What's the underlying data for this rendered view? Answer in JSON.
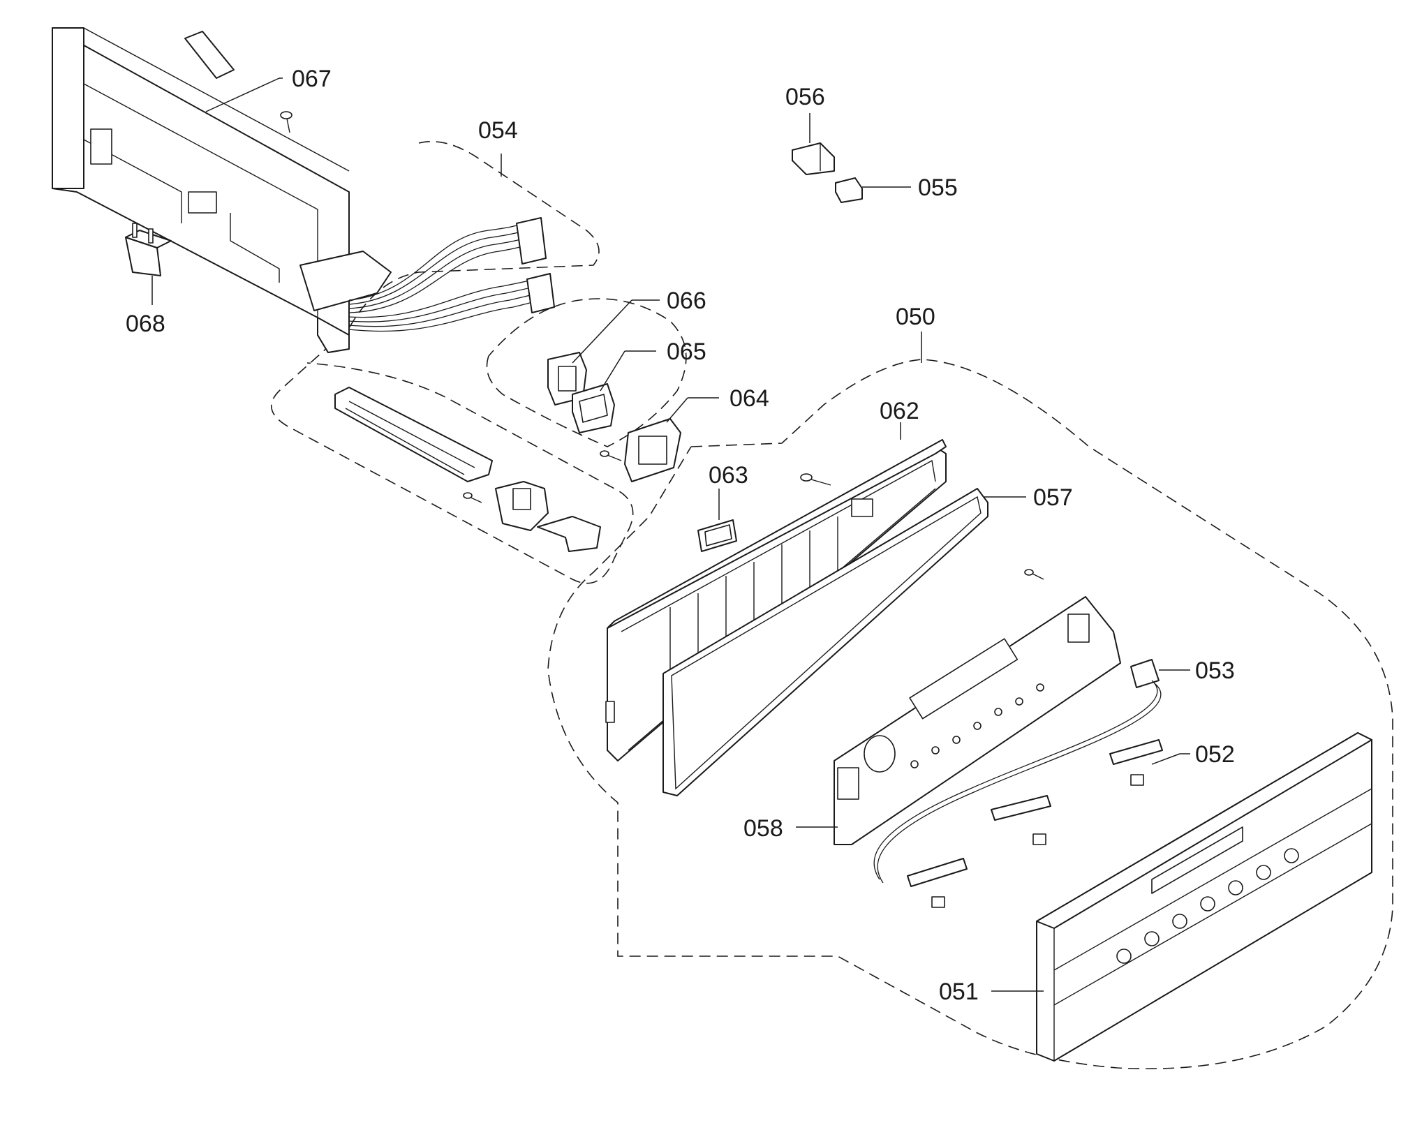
{
  "diagram": {
    "line_color": "#1a1a1a",
    "background": "#ffffff",
    "callouts": {
      "c067": "067",
      "c054": "054",
      "c056": "056",
      "c055": "055",
      "c068": "068",
      "c066": "066",
      "c065": "065",
      "c064": "064",
      "c050": "050",
      "c062": "062",
      "c063": "063",
      "c057": "057",
      "c053": "053",
      "c052": "052",
      "c058": "058",
      "c051": "051"
    }
  }
}
